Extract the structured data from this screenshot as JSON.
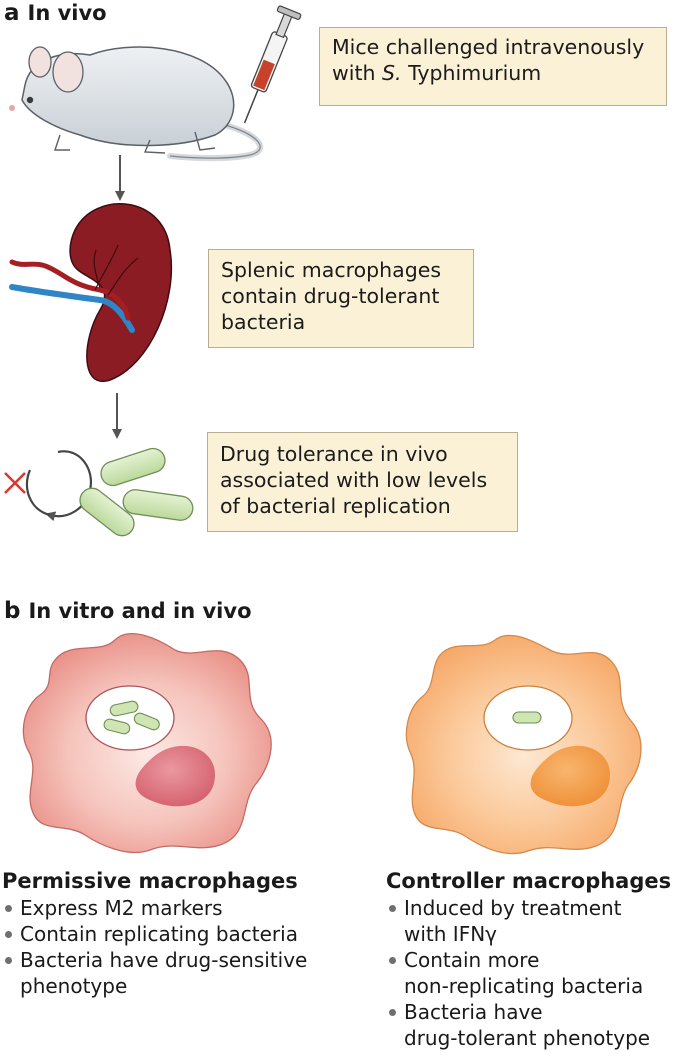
{
  "panel_a": {
    "letter": "a",
    "title": "In vivo",
    "note_mice": {
      "line1": "Mice challenged intravenously",
      "line2_prefix": "with ",
      "line2_italic": "S.",
      "line2_suffix": " Typhimurium"
    },
    "note_spleen": {
      "lines": [
        "Splenic macrophages",
        "contain drug-tolerant",
        "bacteria"
      ]
    },
    "note_tolerance": {
      "lines": [
        "Drug tolerance in vivo",
        "associated with low levels",
        "of bacterial replication"
      ]
    }
  },
  "panel_b": {
    "letter": "b",
    "title": "In vitro and in vivo",
    "permissive": {
      "heading": "Permissive macrophages",
      "items": [
        "Express M2 markers",
        "Contain replicating bacteria",
        "Bacteria have drug-sensitive",
        "phenotype"
      ]
    },
    "controller": {
      "heading": "Controller macrophages",
      "items": [
        "Induced by treatment",
        "with IFNγ",
        "Contain more",
        "non-replicating bacteria",
        "Bacteria have",
        "drug-tolerant phenotype"
      ]
    }
  },
  "colors": {
    "note_fill": "#fbf1d7",
    "spleen": "#8b1c23",
    "vein": "#2f86c6",
    "bacteria": "#cfe6b4",
    "permissive_cell": "#f0a7a0",
    "controller_cell": "#f8b07a",
    "cross": "#d73a31"
  }
}
